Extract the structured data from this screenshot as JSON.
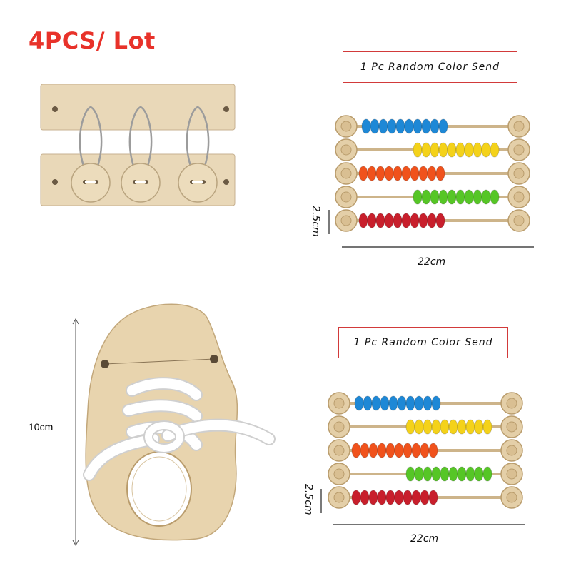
{
  "headline": "4PCS/ Lot",
  "abacus_top": {
    "note": "1 Pc Random Color Send",
    "height_label": "2.5cm",
    "width_label": "22cm"
  },
  "abacus_bottom": {
    "note": "1 Pc Random Color Send",
    "height_label": "2.5cm",
    "width_label": "22cm"
  },
  "shoe": {
    "height_label": "10cm"
  },
  "bead_colors": [
    "#1e88d6",
    "#f4d21a",
    "#f0521c",
    "#56c626",
    "#c81f2c"
  ],
  "wood_color": "#e4cfa8"
}
